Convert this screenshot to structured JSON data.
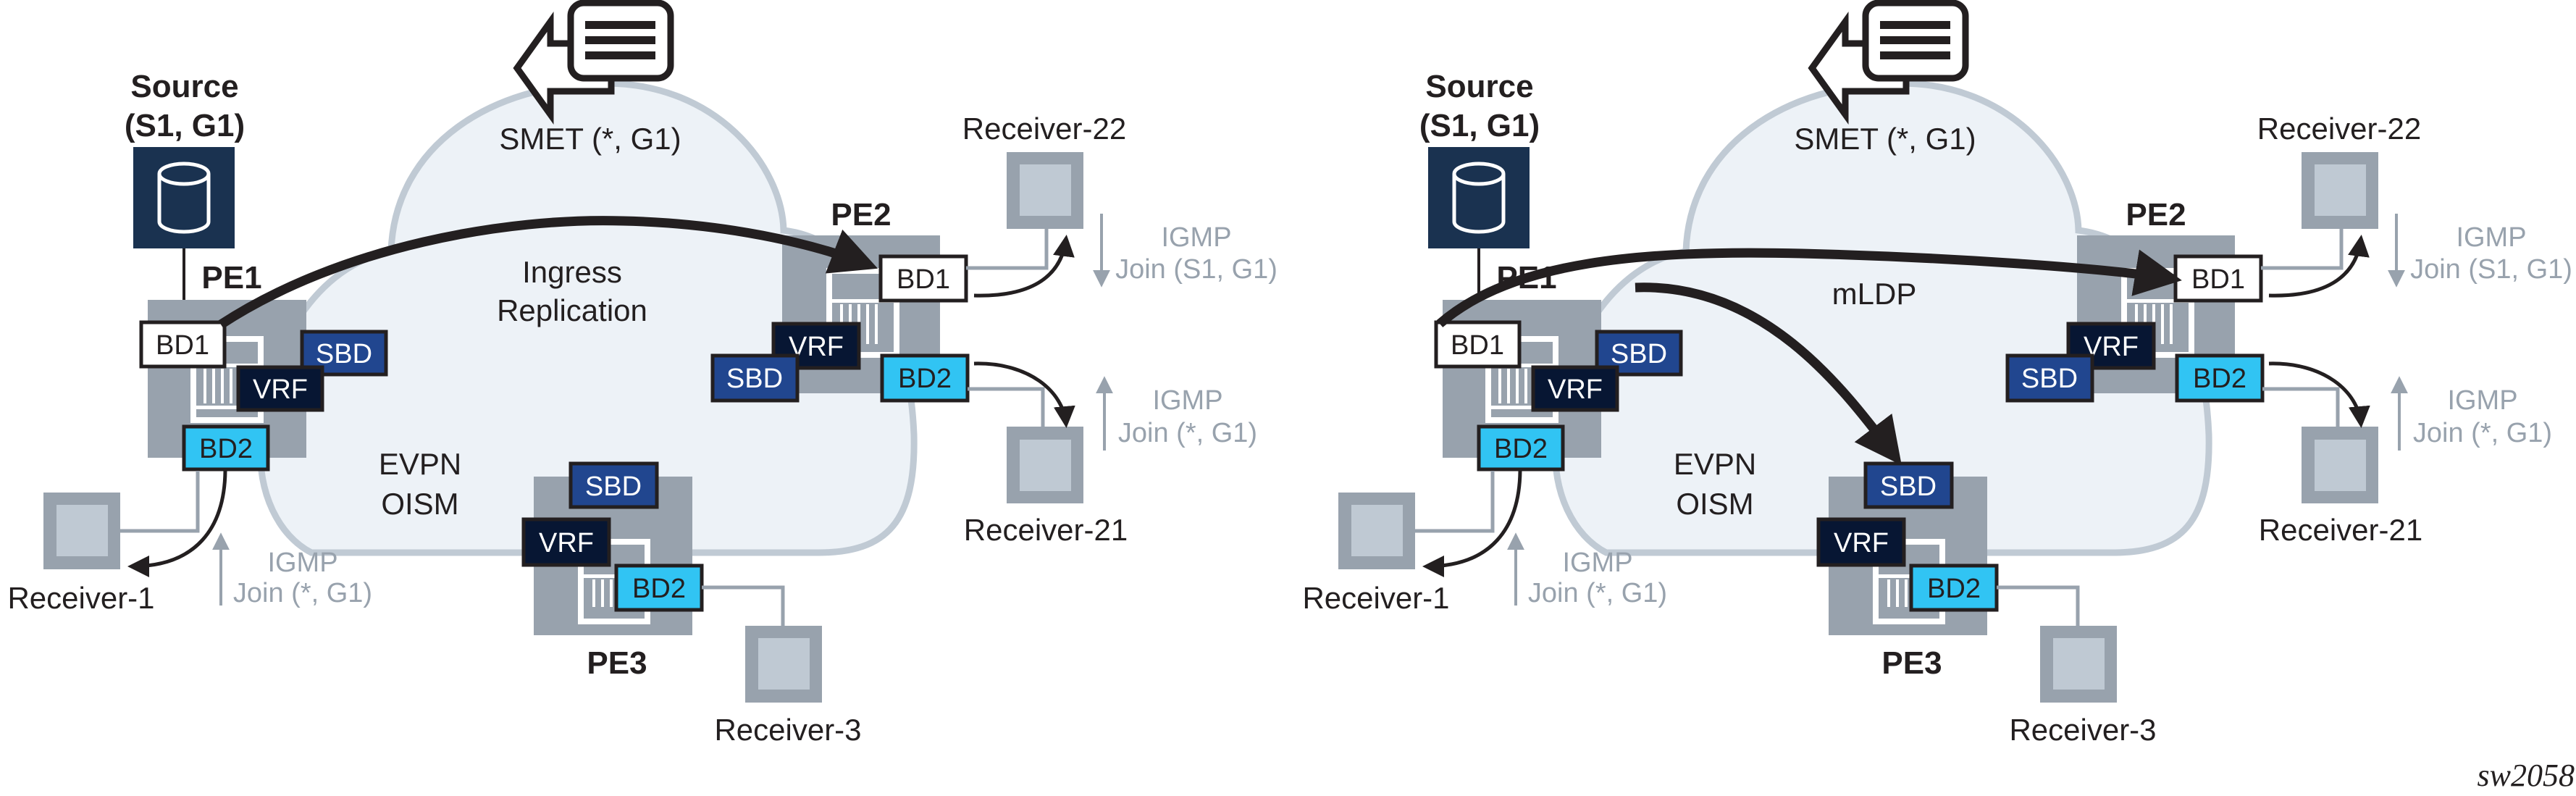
{
  "figure_id": "sw2058",
  "colors": {
    "cloud_fill": "#edf2f7",
    "cloud_stroke": "#c0cad4",
    "pe_box": "#98a2ad",
    "receiver_outer": "#98a2ad",
    "receiver_inner": "#bfc9d3",
    "source_box": "#1a3250",
    "sbd": "#21468f",
    "vrf": "#071633",
    "bd2": "#31c4f3",
    "bd1": "#ffffff",
    "outline": "#231f20",
    "igmp_text": "#98a2ad"
  },
  "panels": [
    {
      "name": "ingress-replication",
      "source_title": "Source",
      "source_group": "(S1, G1)",
      "smet_label": "SMET (*, G1)",
      "transport_label_lines": [
        "Ingress",
        "Replication"
      ],
      "cloud_label_lines": [
        "EVPN",
        "OISM"
      ],
      "pe1": {
        "label": "PE1",
        "bd1": "BD1",
        "bd2": "BD2",
        "sbd": "SBD",
        "vrf": "VRF"
      },
      "pe2": {
        "label": "PE2",
        "bd1": "BD1",
        "bd2": "BD2",
        "sbd": "SBD",
        "vrf": "VRF"
      },
      "pe3": {
        "label": "PE3",
        "bd2": "BD2",
        "sbd": "SBD",
        "vrf": "VRF"
      },
      "receivers": {
        "r1": "Receiver-1",
        "r21": "Receiver-21",
        "r22": "Receiver-22",
        "r3": "Receiver-3"
      },
      "igmp": {
        "r1": [
          "IGMP",
          "Join (*, G1)"
        ],
        "r22": [
          "IGMP",
          "Join (S1, G1)"
        ],
        "r21": [
          "IGMP",
          "Join (*, G1)"
        ]
      },
      "flows": [
        "PE1.BD1 -> PE2.BD1"
      ]
    },
    {
      "name": "mldp",
      "source_title": "Source",
      "source_group": "(S1, G1)",
      "smet_label": "SMET (*, G1)",
      "transport_label_lines": [
        "mLDP"
      ],
      "cloud_label_lines": [
        "EVPN",
        "OISM"
      ],
      "pe1": {
        "label": "PE1",
        "bd1": "BD1",
        "bd2": "BD2",
        "sbd": "SBD",
        "vrf": "VRF"
      },
      "pe2": {
        "label": "PE2",
        "bd1": "BD1",
        "bd2": "BD2",
        "sbd": "SBD",
        "vrf": "VRF"
      },
      "pe3": {
        "label": "PE3",
        "bd2": "BD2",
        "sbd": "SBD",
        "vrf": "VRF"
      },
      "receivers": {
        "r1": "Receiver-1",
        "r21": "Receiver-21",
        "r22": "Receiver-22",
        "r3": "Receiver-3"
      },
      "igmp": {
        "r1": [
          "IGMP",
          "Join (*, G1)"
        ],
        "r22": [
          "IGMP",
          "Join (S1, G1)"
        ],
        "r21": [
          "IGMP",
          "Join (*, G1)"
        ]
      },
      "flows": [
        "PE1.BD1 -> PE2.BD1",
        "PE1.BD1 -> PE3.SBD"
      ]
    }
  ]
}
